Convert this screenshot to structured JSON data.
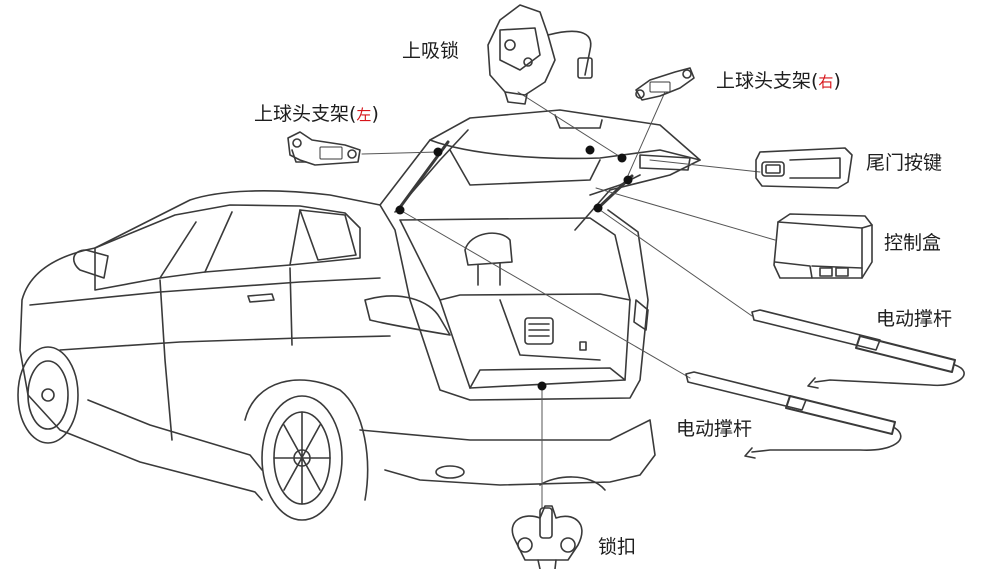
{
  "labels": {
    "upper_lock": "上吸锁",
    "ball_bracket_left": "上球头支架(",
    "left_mark": "左",
    "ball_bracket_right": "上球头支架(",
    "right_mark": "右",
    "close_paren": ")",
    "tailgate_button": "尾门按键",
    "control_box": "控制盒",
    "power_strut_1": "电动撑杆",
    "power_strut_2": "电动撑杆",
    "latch_striker": "锁扣"
  },
  "colors": {
    "line": "#3a3a3a",
    "accent": "#d7141a",
    "text": "#1e1e1e"
  }
}
